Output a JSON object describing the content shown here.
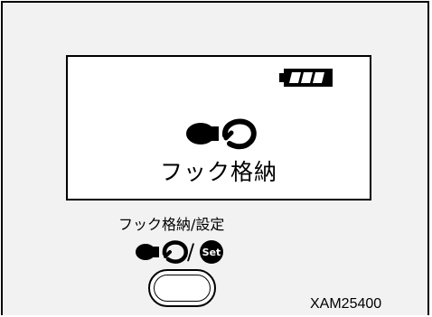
{
  "display": {
    "mode_label": "フック格納"
  },
  "button": {
    "label": "フック格納/設定",
    "separator": "/",
    "set_icon_text": "Set"
  },
  "figure_code": "XAM25400",
  "icons": {
    "battery": "battery-full-icon",
    "hook": "hook-stow-icon",
    "set": "set-icon"
  }
}
